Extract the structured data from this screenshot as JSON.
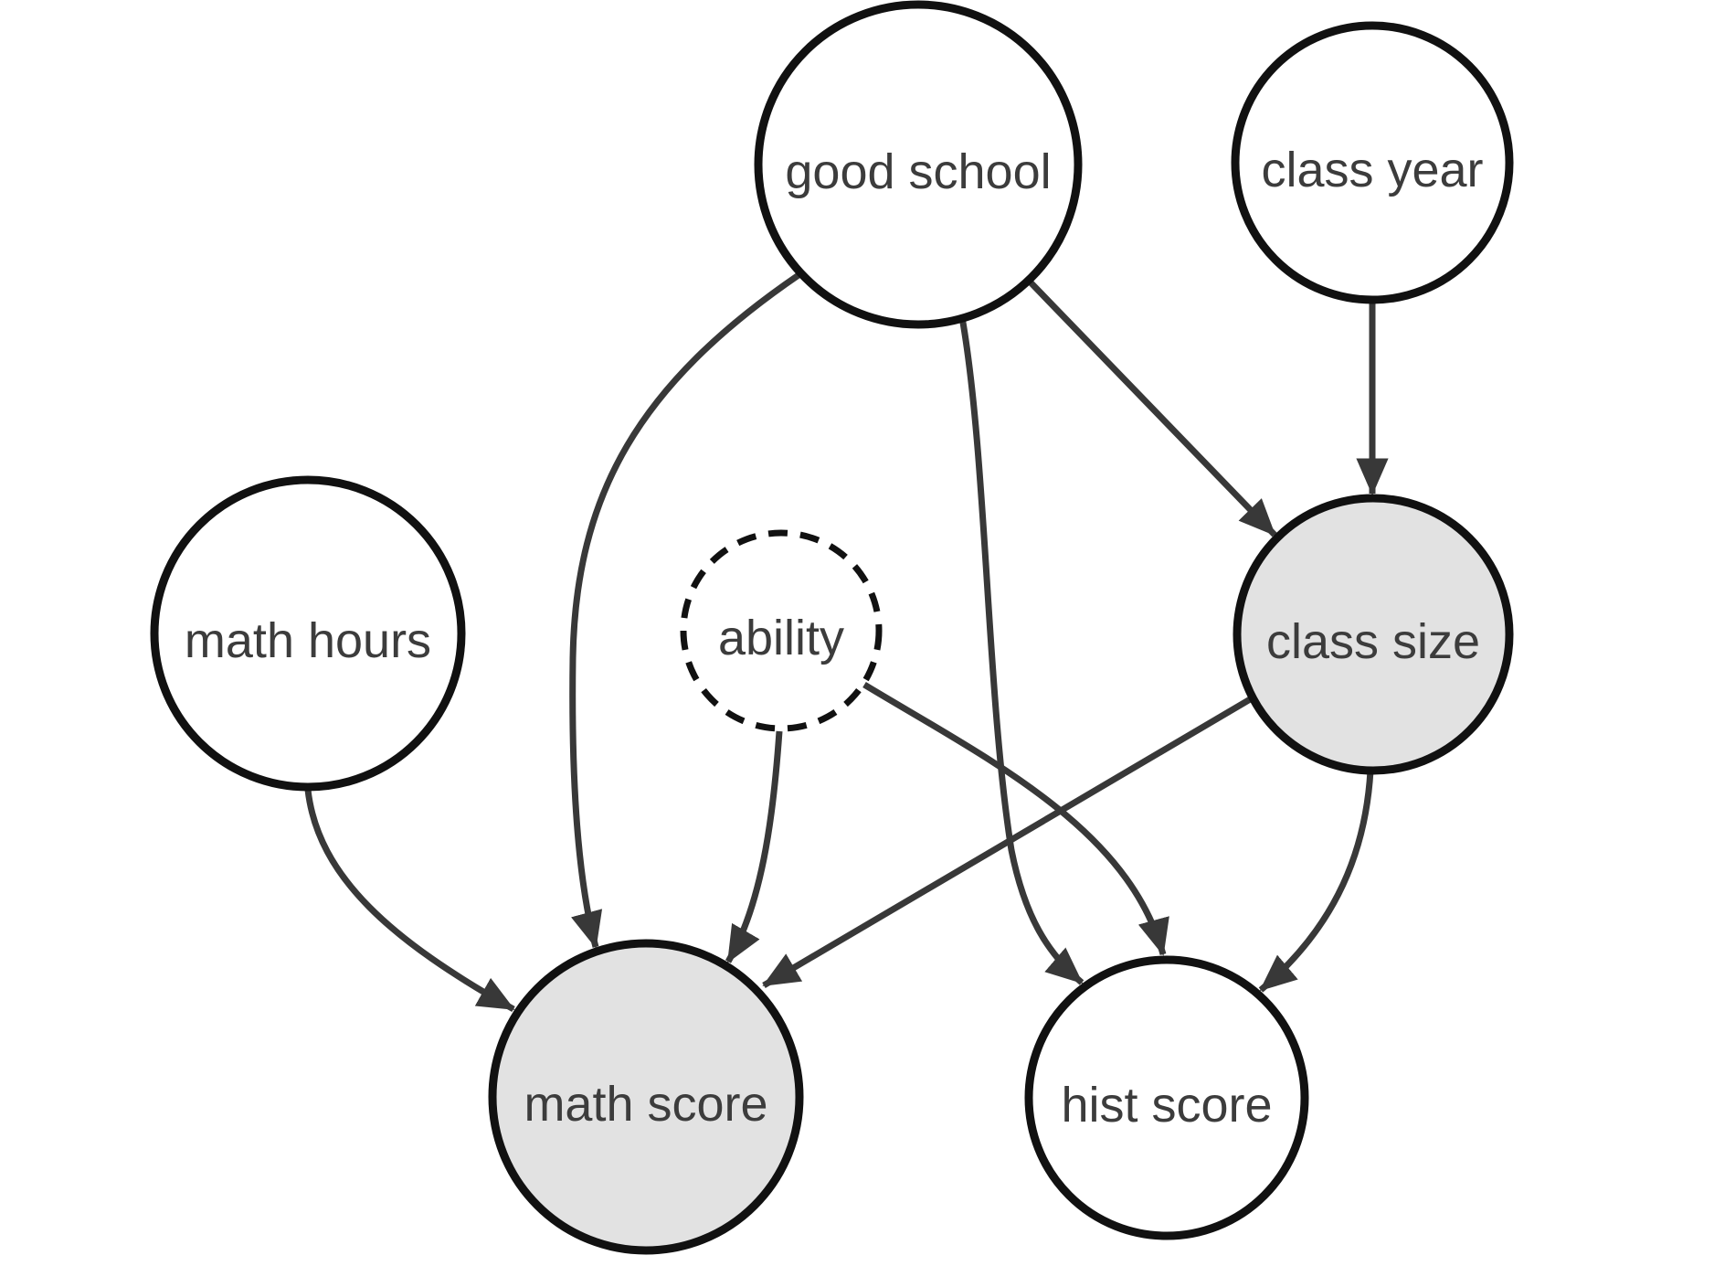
{
  "diagram": {
    "type": "causal-dag",
    "background_color": "#ffffff",
    "colors": {
      "node_border": "#111111",
      "node_fill": "#ffffff",
      "shaded_node_fill": "#e2e2e2",
      "edge": "#383838",
      "label": "#3c3c3c"
    },
    "nodes": [
      {
        "id": "good-school",
        "label": "good school",
        "shaded": false,
        "dashed": false
      },
      {
        "id": "class-year",
        "label": "class year",
        "shaded": false,
        "dashed": false
      },
      {
        "id": "math-hours",
        "label": "math hours",
        "shaded": false,
        "dashed": false
      },
      {
        "id": "ability",
        "label": "ability",
        "shaded": false,
        "dashed": true
      },
      {
        "id": "class-size",
        "label": "class size",
        "shaded": true,
        "dashed": false
      },
      {
        "id": "math-score",
        "label": "math score",
        "shaded": true,
        "dashed": false
      },
      {
        "id": "hist-score",
        "label": "hist score",
        "shaded": false,
        "dashed": false
      }
    ],
    "edges": [
      {
        "from": "good school",
        "to": "math score"
      },
      {
        "from": "good school",
        "to": "class size"
      },
      {
        "from": "good school",
        "to": "hist score"
      },
      {
        "from": "class year",
        "to": "class size"
      },
      {
        "from": "math hours",
        "to": "math score"
      },
      {
        "from": "ability",
        "to": "math score"
      },
      {
        "from": "ability",
        "to": "hist score"
      },
      {
        "from": "class size",
        "to": "math score"
      },
      {
        "from": "class size",
        "to": "hist score"
      }
    ]
  }
}
